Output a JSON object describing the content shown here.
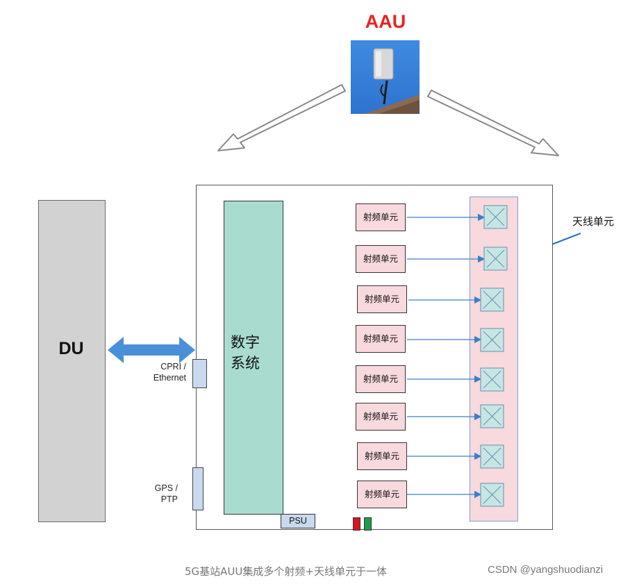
{
  "aau": {
    "title": "AAU"
  },
  "du": {
    "label": "DU"
  },
  "digital_system": {
    "line1": "数字",
    "line2": "系统"
  },
  "ports": {
    "cpri_line1": "CPRI /",
    "cpri_line2": "Ethernet",
    "gps_line1": "GPS /",
    "gps_line2": "PTP"
  },
  "psu": {
    "label": "PSU"
  },
  "rf_units": [
    {
      "label": "射频单元"
    },
    {
      "label": "射频单元"
    },
    {
      "label": "射频单元"
    },
    {
      "label": "射频单元"
    },
    {
      "label": "射频单元"
    },
    {
      "label": "射频单元"
    },
    {
      "label": "射频单元"
    },
    {
      "label": "射频单元"
    }
  ],
  "antenna": {
    "label": "天线单元"
  },
  "footer": {
    "caption": "5G基站AUU集成多个射频+天线单元于一体",
    "watermark": "CSDN @yangshuodianzi"
  },
  "colors": {
    "aau_title": "#e8231f",
    "du_fill": "#d2d2d2",
    "digital_fill": "#a9dccf",
    "rf_fill": "#f7d9de",
    "antenna_element_fill": "#c5e6e3",
    "arrow_blue": "#4a90d9",
    "led_red": "#d7161f",
    "led_green": "#1e9c4a"
  }
}
